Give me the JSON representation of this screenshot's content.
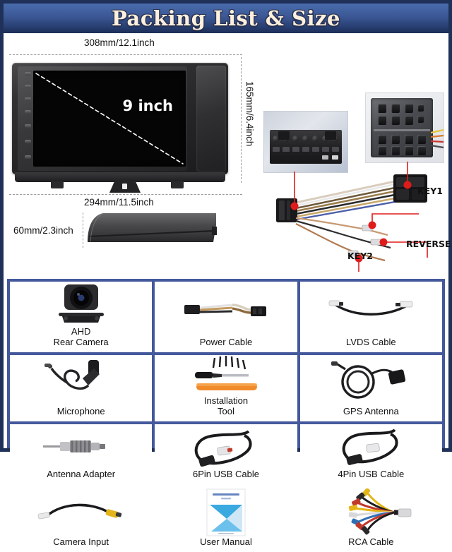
{
  "header": {
    "title": "Packing List & Size"
  },
  "diagram": {
    "head_unit": {
      "screen_label": "9 inch",
      "width_label": "308mm/12.1inch",
      "height_label": "165mm/6.4inch",
      "bottom_width_label": "294mm/11.5inch"
    },
    "trim_panel": {
      "height_label": "60mm/2.3inch"
    },
    "callouts": [
      {
        "name": "key1",
        "label": "KEY1"
      },
      {
        "name": "reverse",
        "label": "REVERSE"
      },
      {
        "name": "key2",
        "label": "KEY2"
      }
    ],
    "colors": {
      "callout": "#e01b1b",
      "dimension_line": "#9a9a9a"
    }
  },
  "accessories": {
    "items": [
      {
        "icon": "rear-camera-icon",
        "label": "AHD\nRear Camera"
      },
      {
        "icon": "power-cable-icon",
        "label": "Power Cable"
      },
      {
        "icon": "lvds-cable-icon",
        "label": "LVDS Cable"
      },
      {
        "icon": "microphone-icon",
        "label": "Microphone"
      },
      {
        "icon": "installation-tool-icon",
        "label": "Installation\nTool"
      },
      {
        "icon": "gps-antenna-icon",
        "label": "GPS Antenna"
      },
      {
        "icon": "antenna-adapter-icon",
        "label": "Antenna Adapter"
      },
      {
        "icon": "6pin-usb-cable-icon",
        "label": "6Pin USB Cable"
      },
      {
        "icon": "4pin-usb-cable-icon",
        "label": "4Pin USB Cable"
      },
      {
        "icon": "camera-input-icon",
        "label": "Camera Input"
      },
      {
        "icon": "user-manual-icon",
        "label": "User Manual"
      },
      {
        "icon": "rca-cable-icon",
        "label": "RCA Cable"
      }
    ]
  },
  "theme": {
    "frame": "#1f3158",
    "grid_border": "#44589c",
    "header_top": "#4a6cad",
    "header_bottom": "#1d2d55",
    "title_color": "#fdf0dc"
  }
}
